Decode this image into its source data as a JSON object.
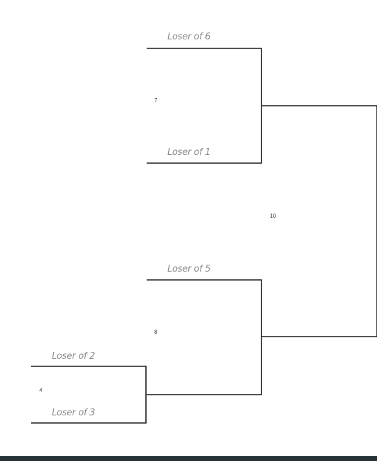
{
  "bracket": {
    "matches": [
      {
        "number": "7",
        "top_slot": "Loser of 6",
        "bottom_slot": "Loser of 1"
      },
      {
        "number": "8",
        "top_slot": "Loser of 5",
        "bottom_slot": ""
      },
      {
        "number": "4",
        "top_slot": "Loser of 2",
        "bottom_slot": "Loser of 3"
      },
      {
        "number": "10",
        "top_slot": "",
        "bottom_slot": ""
      }
    ]
  },
  "colors": {
    "line": "#1a1a1a",
    "label": "#8a8a8a",
    "footer": "#263238"
  }
}
